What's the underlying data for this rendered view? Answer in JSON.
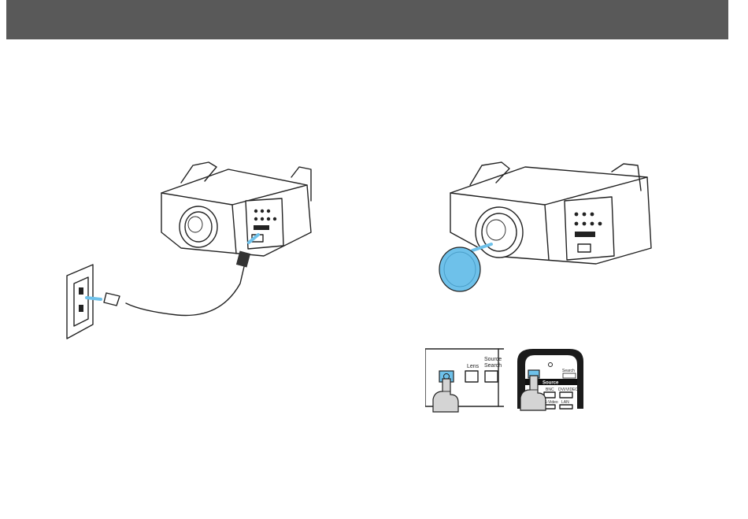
{
  "colors": {
    "header_bar": "#595959",
    "accent": "#6ec1ea"
  },
  "control_panel": {
    "lens_label": "Lens",
    "source_search_line1": "Source",
    "source_search_line2": "Search"
  },
  "remote": {
    "search_label": "Search",
    "source_label": "Source",
    "bnc_label": "BNC",
    "dvi_label": "DVI/VIDEO",
    "svideo_label": "S-Video",
    "lan_label": "LAN"
  }
}
